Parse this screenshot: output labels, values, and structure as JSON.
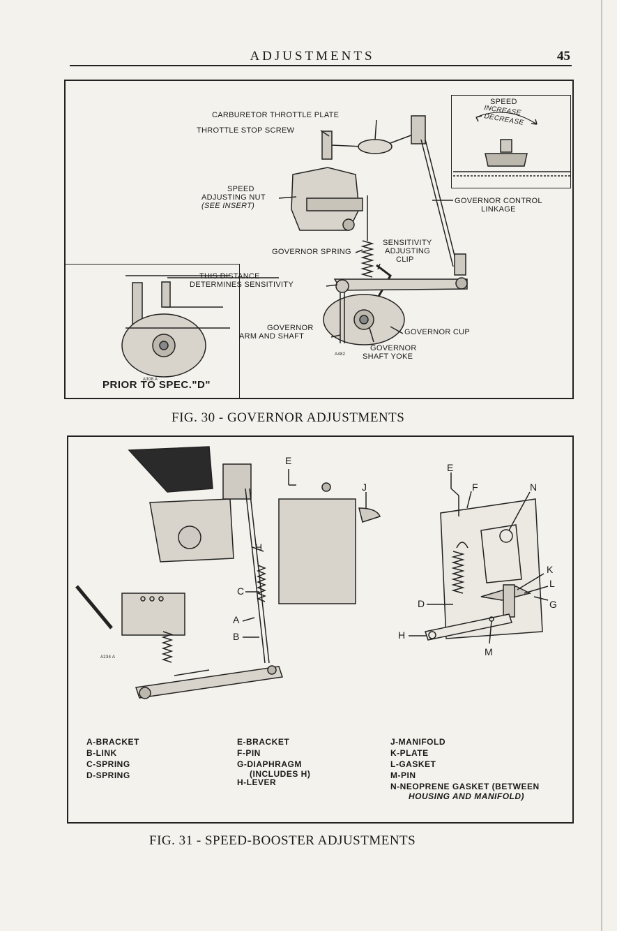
{
  "page": {
    "header_title": "ADJUSTMENTS",
    "page_number": "45"
  },
  "figure30": {
    "caption": "FIG. 30 - GOVERNOR ADJUSTMENTS",
    "labels": {
      "carburetor_throttle_plate": "CARBURETOR THROTTLE PLATE",
      "throttle_stop_screw": "THROTTLE STOP SCREW",
      "speed_adjusting_nut_1": "SPEED",
      "speed_adjusting_nut_2": "ADJUSTING NUT",
      "see_insert": "(SEE INSERT)",
      "governor_spring": "GOVERNOR SPRING",
      "sensitivity_clip_1": "SENSITIVITY",
      "sensitivity_clip_2": "ADJUSTING",
      "sensitivity_clip_3": "CLIP",
      "this_distance_1": "THIS DISTANCE",
      "this_distance_2": "DETERMINES SENSITIVITY",
      "governor_arm_1": "GOVERNOR",
      "governor_arm_2": "ARM AND SHAFT",
      "governor_cup": "GOVERNOR CUP",
      "governor_shaft_yoke_1": "GOVERNOR",
      "governor_shaft_yoke_2": "SHAFT YOKE",
      "governor_control_1": "GOVERNOR CONTROL",
      "governor_control_2": "LINKAGE",
      "insert_speed": "SPEED",
      "insert_increase": "INCREASE",
      "insert_decrease": "DECREASE",
      "prior_to_spec": "PRIOR TO SPEC.\"D\"",
      "small_code_left": "A308 A",
      "small_code_mid": "A482"
    }
  },
  "figure31": {
    "caption": "FIG. 31 - SPEED-BOOSTER ADJUSTMENTS",
    "callouts": {
      "E_left": "E",
      "J": "J",
      "H_left": "H",
      "C": "C",
      "A": "A",
      "B": "B",
      "E_right": "E",
      "F": "F",
      "N": "N",
      "K": "K",
      "L": "L",
      "G": "G",
      "D": "D",
      "H_right": "H",
      "M": "M",
      "small_code": "A234 A"
    },
    "legend_col1": [
      "A-BRACKET",
      "B-LINK",
      "C-SPRING",
      "D-SPRING"
    ],
    "legend_col2": [
      "E-BRACKET",
      "F-PIN",
      "G-DIAPHRAGM",
      "(INCLUDES H)",
      "H-LEVER"
    ],
    "legend_col3": [
      "J-MANIFOLD",
      "K-PLATE",
      "L-GASKET",
      "M-PIN",
      "N-NEOPRENE GASKET (BETWEEN",
      "HOUSING AND MANIFOLD)"
    ]
  }
}
